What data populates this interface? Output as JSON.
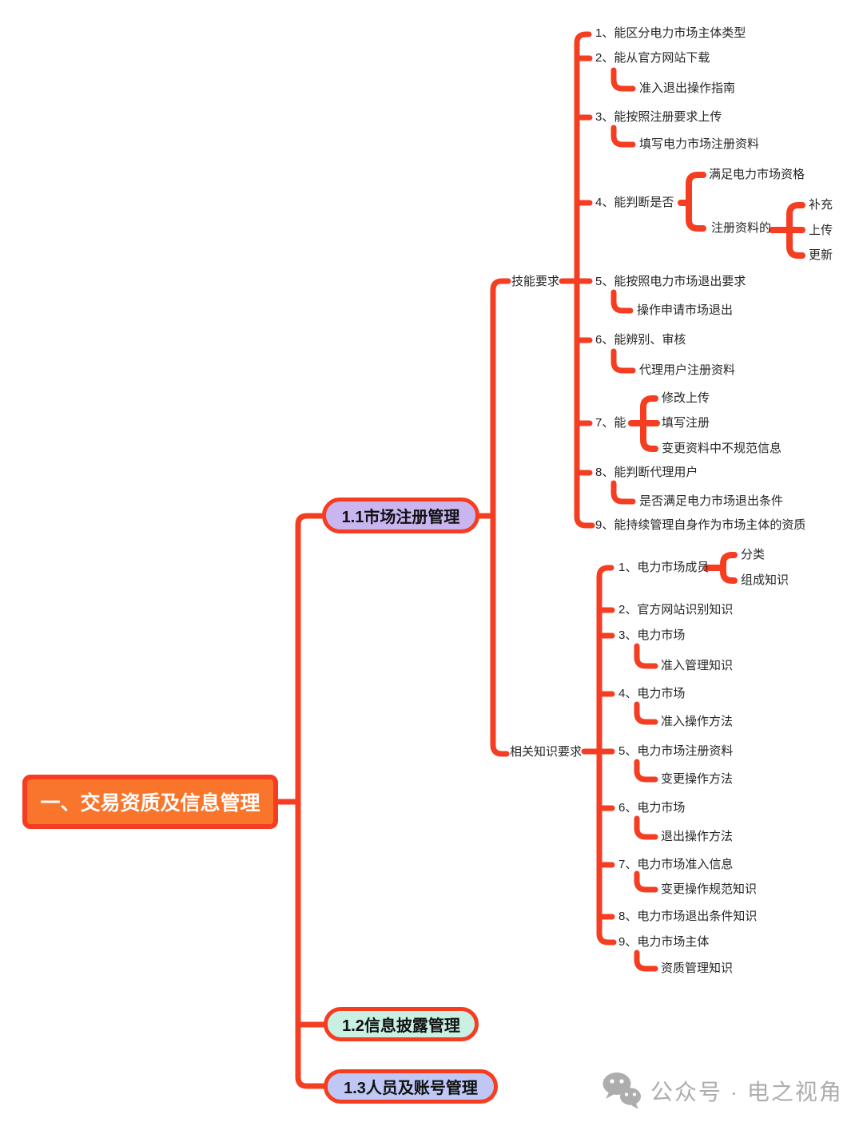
{
  "root": {
    "label": "一、交易资质及信息管理"
  },
  "level1": {
    "n11": {
      "label": "1.1市场注册管理"
    },
    "n12": {
      "label": "1.2信息披露管理"
    },
    "n13": {
      "label": "1.3人员及账号管理"
    }
  },
  "skills": {
    "label": "技能要求",
    "items": [
      {
        "label": "1、能区分电力市场主体类型"
      },
      {
        "label": "2、能从官方网站下载",
        "child": "准入退出操作指南"
      },
      {
        "label": "3、能按照注册要求上传",
        "child": "填写电力市场注册资料"
      },
      {
        "label": "4、能判断是否",
        "children": [
          {
            "label": "满足电力市场资格"
          },
          {
            "label": "注册资料的",
            "children": [
              {
                "label": "补充"
              },
              {
                "label": "上传"
              },
              {
                "label": "更新"
              }
            ]
          }
        ]
      },
      {
        "label": "5、能按照电力市场退出要求",
        "child": "操作申请市场退出"
      },
      {
        "label": "6、能辨别、审核",
        "child": "代理用户注册资料"
      },
      {
        "label": "7、能",
        "children": [
          {
            "label": "修改上传"
          },
          {
            "label": "填写注册"
          },
          {
            "label": "变更资料中不规范信息"
          }
        ]
      },
      {
        "label": "8、能判断代理用户",
        "child": "是否满足电力市场退出条件"
      },
      {
        "label": "9、能持续管理自身作为市场主体的资质"
      }
    ]
  },
  "knowledge": {
    "label": "相关知识要求",
    "items": [
      {
        "label": "1、电力市场成员",
        "children": [
          {
            "label": "分类"
          },
          {
            "label": "组成知识"
          }
        ]
      },
      {
        "label": "2、官方网站识别知识"
      },
      {
        "label": "3、电力市场",
        "child": "准入管理知识"
      },
      {
        "label": "4、电力市场",
        "child": "准入操作方法"
      },
      {
        "label": "5、电力市场注册资料",
        "child": "变更操作方法"
      },
      {
        "label": "6、电力市场",
        "child": "退出操作方法"
      },
      {
        "label": "7、电力市场准入信息",
        "child": "变更操作规范知识"
      },
      {
        "label": "8、电力市场退出条件知识"
      },
      {
        "label": "9、电力市场主体",
        "child": "资质管理知识"
      }
    ]
  },
  "watermark": {
    "label": "公众号 · 电之视角",
    "icon": "wechat-icon"
  },
  "colors": {
    "connector": "#F53D22",
    "root_fill": "#F8752B",
    "node11_fill": "#C9B6F0",
    "node12_fill": "#C8F1E3",
    "node13_fill": "#BFC8F4",
    "text_dark": "#262626",
    "watermark_gray": "#ADADAD"
  }
}
